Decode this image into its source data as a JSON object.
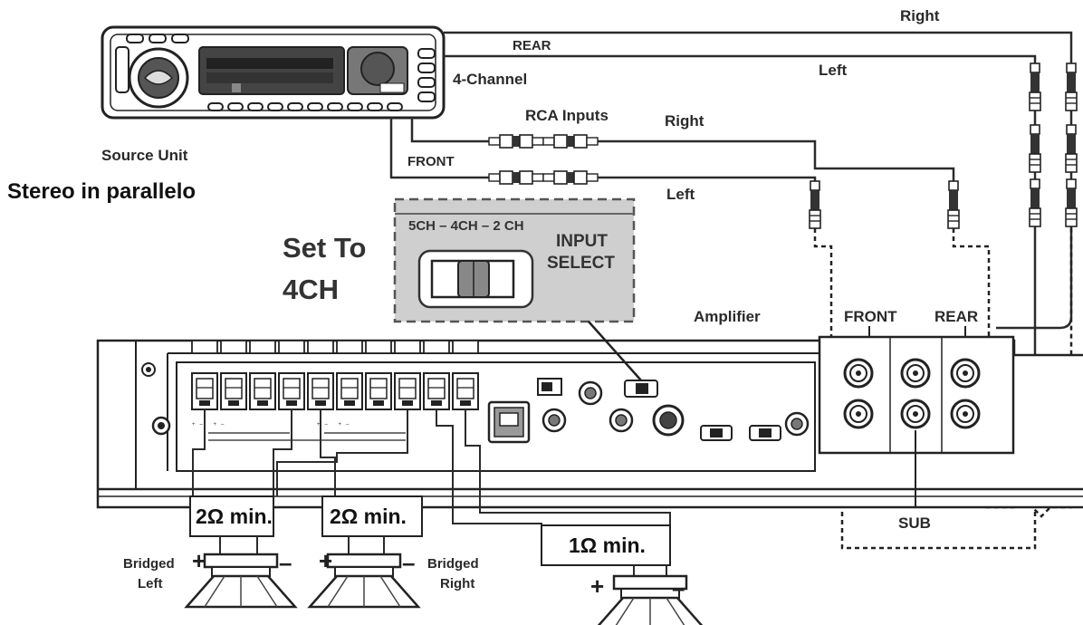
{
  "labels": {
    "source_unit": "Source Unit",
    "title": "Stereo in parallelo",
    "four_channel": "4-Channel",
    "rca_inputs": "RCA Inputs",
    "rear": "REAR",
    "front": "FRONT",
    "right_top": "Right",
    "left_top": "Left",
    "right_mid": "Right",
    "left_mid": "Left",
    "amplifier": "Amplifier",
    "amp_front": "FRONT",
    "amp_rear": "REAR",
    "sub": "SUB",
    "set_to": "Set To",
    "set_to_value": "4CH",
    "switch_modes": "5CH – 4CH – 2 CH",
    "input_select_1": "INPUT",
    "input_select_2": "SELECT",
    "ohm_left": "2Ω min.",
    "ohm_right": "2Ω min.",
    "ohm_sub": "1Ω min.",
    "bridged_left_1": "Bridged",
    "bridged_left_2": "Left",
    "bridged_right_1": "Bridged",
    "bridged_right_2": "Right"
  },
  "colors": {
    "line": "#2b2b2b",
    "panel": "#d6d6d6",
    "callout": "#cfcfcf",
    "text": "#2a2a2a"
  },
  "icons": [
    "car-stereo-head-unit-icon",
    "rca-plug-icon",
    "speaker-icon",
    "terminal-block-icon",
    "rca-jack-icon",
    "knob-icon"
  ]
}
